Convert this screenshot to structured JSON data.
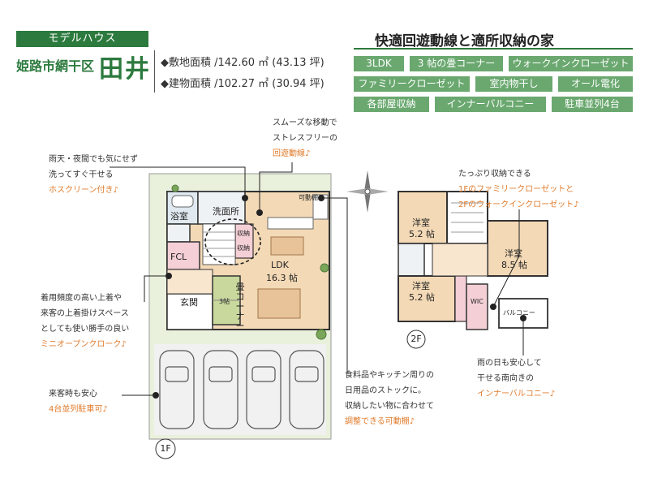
{
  "header": {
    "badge": "モデルハウス",
    "city": "姫路市網干区",
    "owner": "田井",
    "site_area": "◆敷地面積 /142.60 ㎡ (43.13 坪)",
    "building_area": "◆建物面積 /102.27 ㎡ (30.94 坪)",
    "tagline": "快適回遊動線と適所収納の家"
  },
  "tags": [
    "3LDK",
    "3 帖の畳コーナー",
    "ウォークインクローゼット",
    "ファミリークローゼット",
    "室内物干し",
    "オール電化",
    "各部屋収納",
    "インナーバルコニー",
    "駐車並列4台"
  ],
  "callouts": {
    "hoscreen": [
      "雨天・夜間でも気にせず",
      "洗ってすぐ干せる",
      "ホスクリーン付き♪"
    ],
    "kaiyu": [
      "スムーズな移動で",
      "ストレスフリーの",
      "回遊動線♪"
    ],
    "cloak": [
      "着用頻度の高い上着や",
      "来客の上着掛けスペース",
      "としても使い勝手の良い",
      "ミニオープンクローク♪"
    ],
    "parking": [
      "来客時も安心",
      "4台並列駐車可♪"
    ],
    "shelf": [
      "食料品やキッチン周りの",
      "日用品のストックに。",
      "収納したい物に合わせて",
      "調整できる可動棚♪"
    ],
    "storage2f": [
      "たっぷり収納できる",
      "1Fのファミリークローゼットと",
      "2Fのウォークインクローゼット♪"
    ],
    "balcony": [
      "雨の日も安心して",
      "干せる南向きの",
      "インナーバルコニー♪"
    ]
  },
  "floor1": {
    "label": "1F",
    "rooms": {
      "bath": "浴室",
      "washroom": "洗面所",
      "fcl": "FCL",
      "ldk": "LDK",
      "ldk_size": "16.3 帖",
      "entrance": "玄関",
      "storage": "収納",
      "tatami": "畳コーナー",
      "tatami_size": "3帖",
      "movable_shelf": "可動棚"
    }
  },
  "floor2": {
    "label": "2F",
    "rooms": {
      "room_a": "洋室",
      "room_a_size": "5.2 帖",
      "room_b": "洋室",
      "room_b_size": "8.5 帖",
      "room_c": "洋室",
      "room_c_size": "5.2 帖",
      "wic": "WIC",
      "balcony": "バルコニー"
    }
  },
  "colors": {
    "brand_green": "#2c7a3e",
    "tag_green": "#6aa86f",
    "highlight_orange": "#e07b2c",
    "lot_green": "#e9f0dc",
    "floor_wood": "#f3d9b6",
    "storage_pink": "#f4cfd6"
  }
}
